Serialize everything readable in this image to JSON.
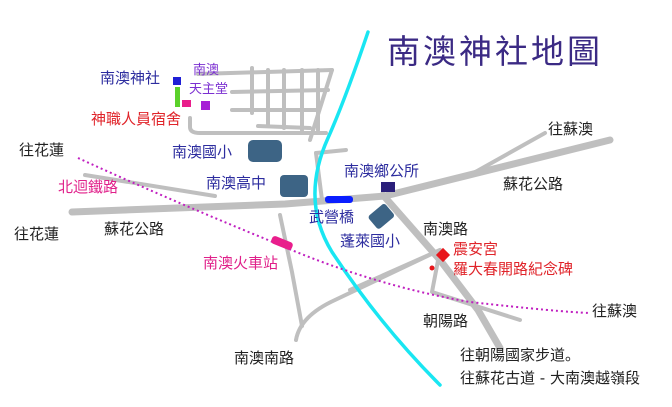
{
  "map": {
    "title": "南澳神社地圖",
    "colors": {
      "road": "#bfbfbf",
      "river": "#19e6f2",
      "railway": "#c020c0",
      "landmark": "#3d6485",
      "bridge": "#0a1eff",
      "shrine": "#1f1fd6",
      "office": "#2a1f7a",
      "pink_marker": "#e91e8c",
      "purple_marker": "#a61ed6",
      "temple": "#e8161b",
      "station": "#e91e8c"
    },
    "labels": {
      "shrine": "南澳神社",
      "catholic_line1": "南澳",
      "catholic_line2": "天主堂",
      "staff_dorm": "神職人員宿舍",
      "to_hualien_upper": "往花蓮",
      "to_hualien_lower": "往花蓮",
      "north_railway": "北迴鐵路",
      "elementary_school": "南澳國小",
      "high_school": "南澳高中",
      "township_office": "南澳鄉公所",
      "to_suao_upper": "往蘇澳",
      "to_suao_lower": "往蘇澳",
      "suhua_road_east": "蘇花公路",
      "suhua_road_west": "蘇花公路",
      "wuyun_bridge": "武營橋",
      "penglai_school": "蓬萊國小",
      "nanao_road": "南澳路",
      "zhenan_temple": "震安宮",
      "luo_memorial": "羅大春開路紀念碑",
      "nanao_station": "南澳火車站",
      "zhaoyang_road": "朝陽路",
      "nanao_south_road": "南澳南路",
      "trail_line1": "往朝陽國家步道。",
      "trail_line2": "往蘇花古道 - 大南澳越嶺段"
    }
  }
}
